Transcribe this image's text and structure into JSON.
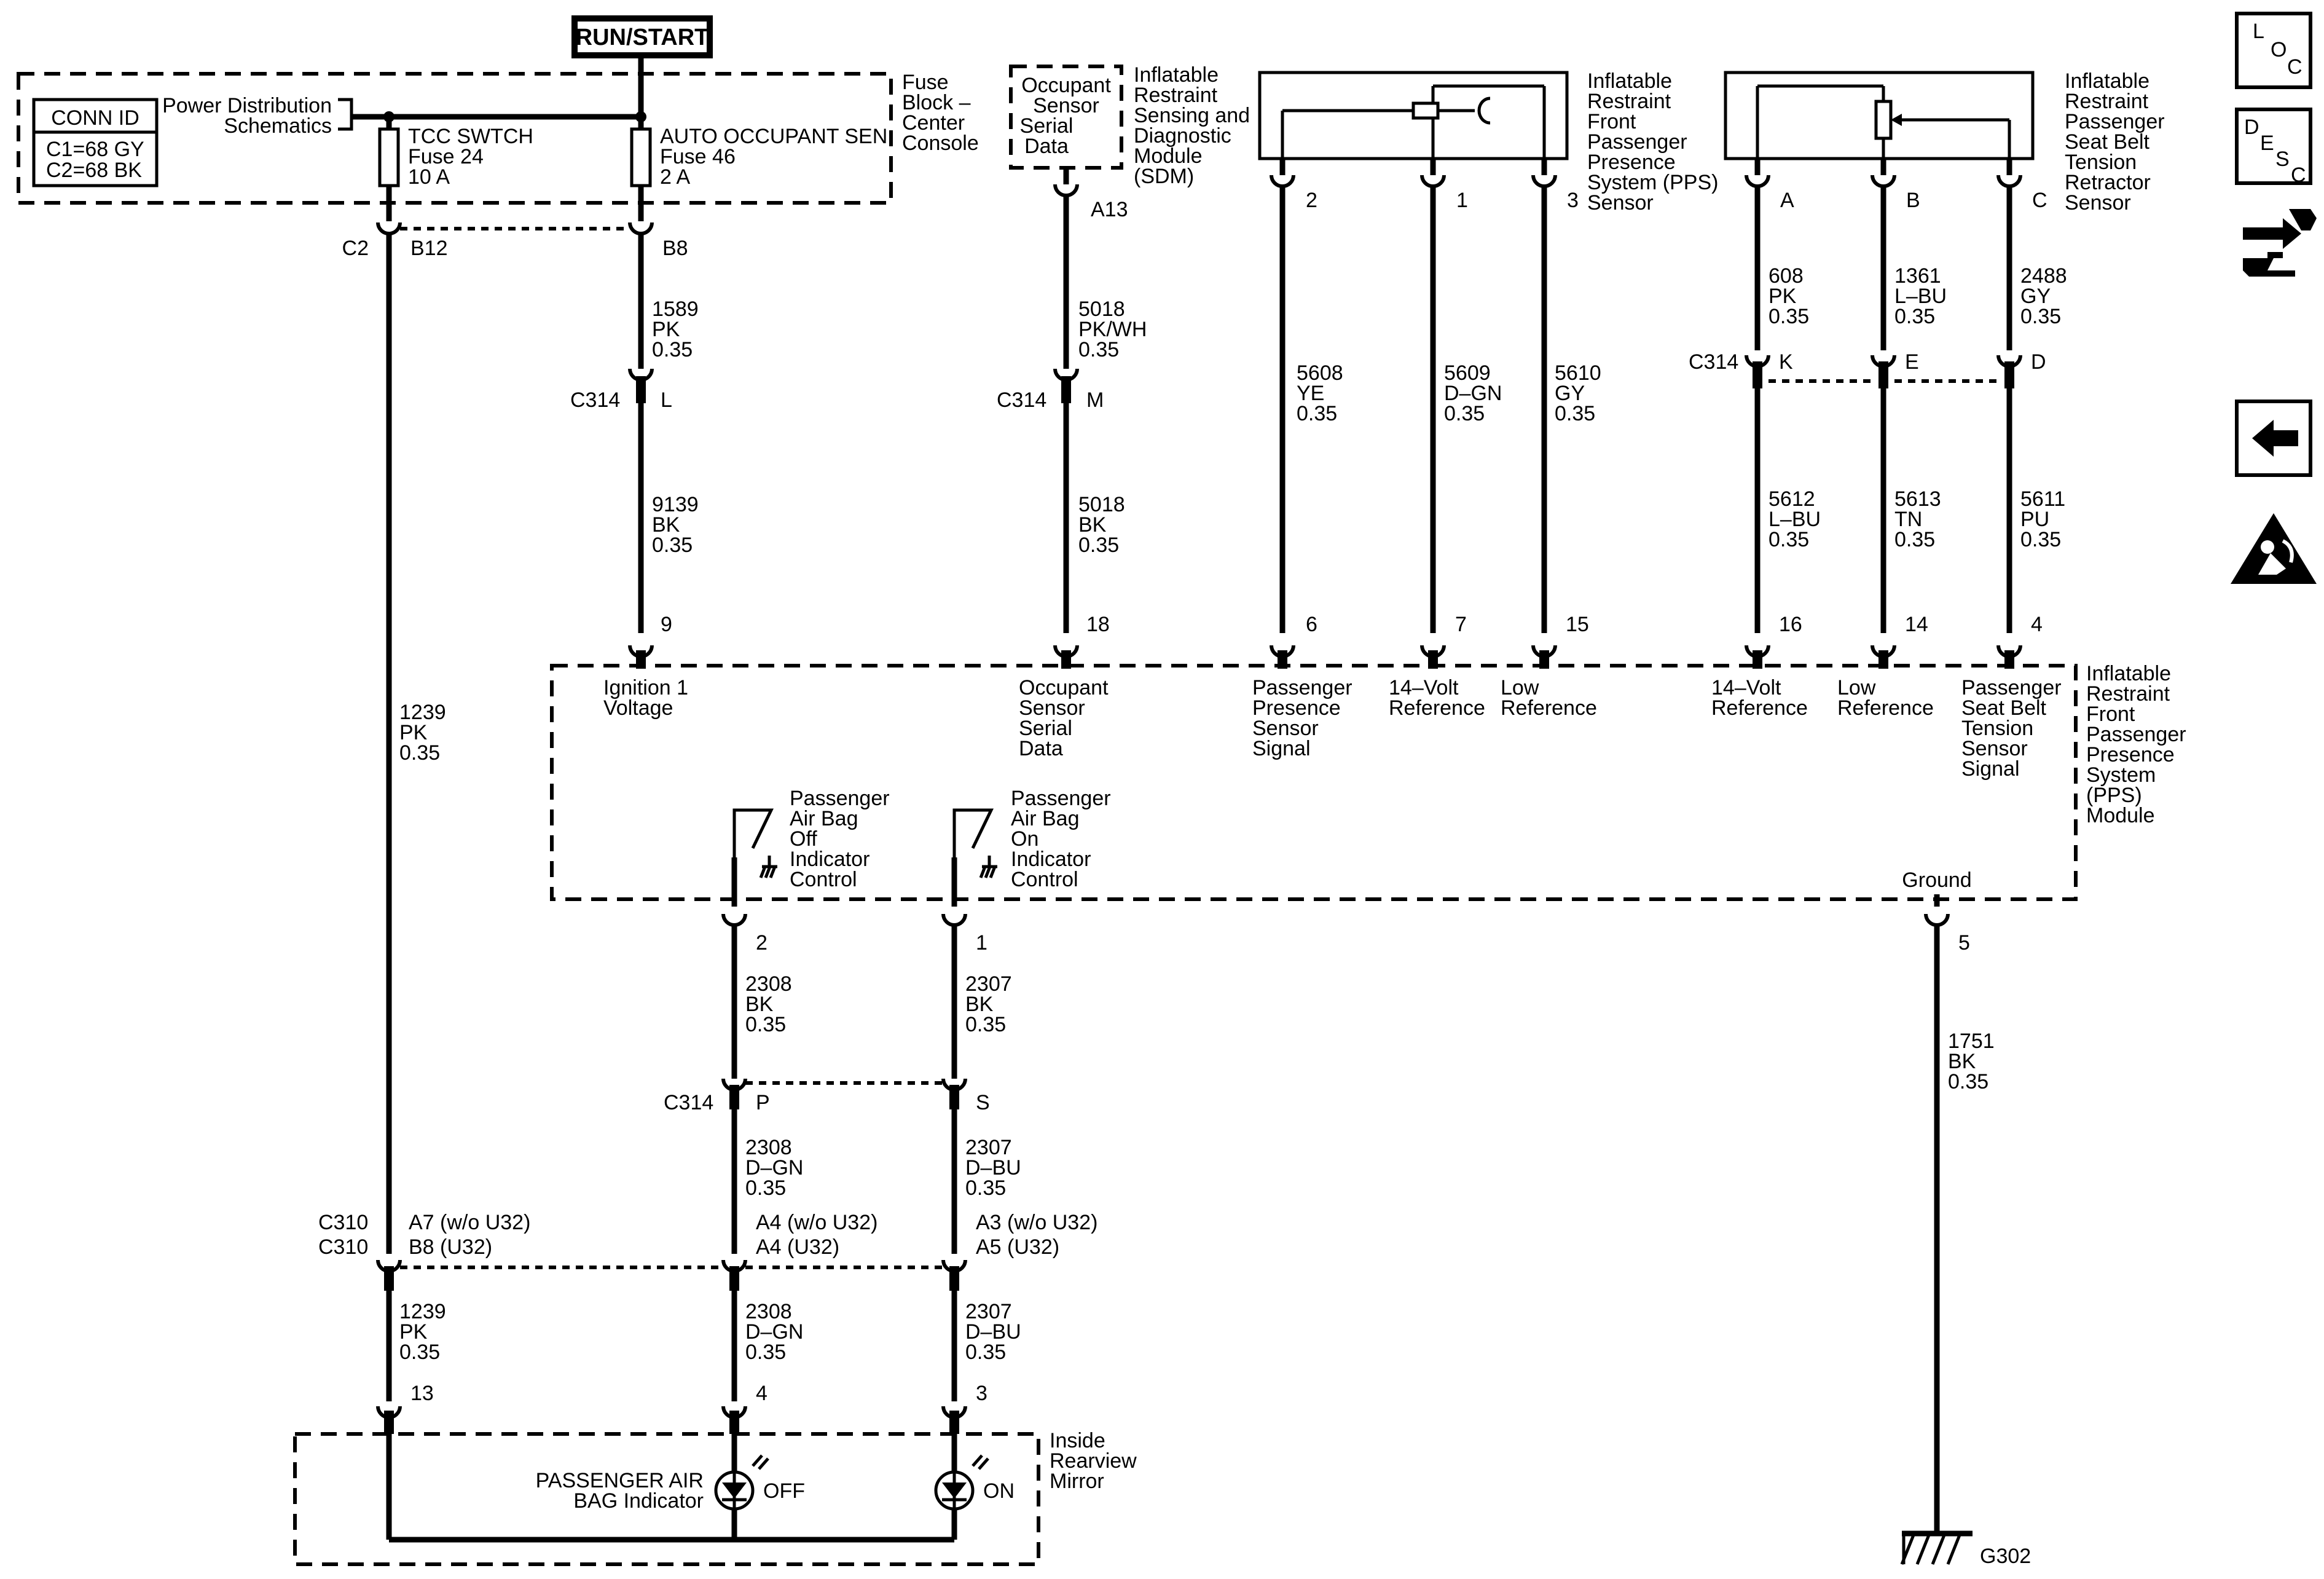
{
  "run_start": "RUN/START",
  "fuse_block": {
    "title": [
      "Fuse",
      "Block –",
      "Center",
      "Console"
    ],
    "conn_id": {
      "header": "CONN ID",
      "rows": [
        "C1=68 GY",
        "C2=68 BK"
      ]
    },
    "power_dist": [
      "Power Distribution",
      "Schematics"
    ],
    "tcc": [
      "TCC SWTCH",
      "Fuse 24",
      "10 A"
    ],
    "aos": [
      "AUTO OCCUPANT SEN",
      "Fuse 46",
      "2 A"
    ],
    "c2": "C2",
    "b12": "B12",
    "b8": "B8"
  },
  "sdm": {
    "box": [
      "Occupant",
      "Sensor",
      "Serial",
      "Data"
    ],
    "title": [
      "Inflatable",
      "Restraint",
      "Sensing and",
      "Diagnostic",
      "Module",
      "(SDM)"
    ],
    "pin": "A13"
  },
  "pps_sensor": {
    "title": [
      "Inflatable",
      "Restraint",
      "Front",
      "Passenger",
      "Presence",
      "System (PPS)",
      "Sensor"
    ],
    "pins": [
      "2",
      "1",
      "3"
    ]
  },
  "sbtr_sensor": {
    "title": [
      "Inflatable",
      "Restraint",
      "Passenger",
      "Seat Belt",
      "Tension",
      "Retractor",
      "Sensor"
    ],
    "pins": [
      "A",
      "B",
      "C"
    ]
  },
  "module": {
    "title": [
      "Inflatable",
      "Restraint",
      "Front",
      "Passenger",
      "Presence",
      "System",
      "(PPS)",
      "Module"
    ],
    "pin_numbers": [
      "9",
      "18",
      "6",
      "7",
      "15",
      "16",
      "14",
      "4"
    ],
    "labels": {
      "ign": [
        "Ignition 1",
        "Voltage"
      ],
      "osd": [
        "Occupant",
        "Sensor",
        "Serial",
        "Data"
      ],
      "pps_sig": [
        "Passenger",
        "Presence",
        "Sensor",
        "Signal"
      ],
      "ref14_a": [
        "14–Volt",
        "Reference"
      ],
      "low_a": [
        "Low",
        "Reference"
      ],
      "ref14_b": [
        "14–Volt",
        "Reference"
      ],
      "low_b": [
        "Low",
        "Reference"
      ],
      "sbt_sig": [
        "Passenger",
        "Seat Belt",
        "Tension",
        "Sensor",
        "Signal"
      ],
      "off_ctrl": [
        "Passenger",
        "Air Bag",
        "Off",
        "Indicator",
        "Control"
      ],
      "on_ctrl": [
        "Passenger",
        "Air Bag",
        "On",
        "Indicator",
        "Control"
      ],
      "ground": "Ground"
    },
    "lower_pins": [
      "2",
      "1",
      "5"
    ]
  },
  "c314": {
    "name": "C314",
    "pins": [
      "L",
      "M",
      "K",
      "E",
      "D",
      "P",
      "S"
    ]
  },
  "c310": {
    "names": [
      "C310",
      "C310"
    ],
    "left": [
      "A7 (w/o U32)",
      "B8 (U32)"
    ],
    "mid": [
      "A4 (w/o U32)",
      "A4 (U32)"
    ],
    "right": [
      "A3 (w/o U32)",
      "A5 (U32)"
    ]
  },
  "wires": {
    "w1589": [
      "1589",
      "PK",
      "0.35"
    ],
    "w9139": [
      "9139",
      "BK",
      "0.35"
    ],
    "w5018a": [
      "5018",
      "PK/WH",
      "0.35"
    ],
    "w5018b": [
      "5018",
      "BK",
      "0.35"
    ],
    "w5608": [
      "5608",
      "YE",
      "0.35"
    ],
    "w5609": [
      "5609",
      "D–GN",
      "0.35"
    ],
    "w5610": [
      "5610",
      "GY",
      "0.35"
    ],
    "w608": [
      "608",
      "PK",
      "0.35"
    ],
    "w1361": [
      "1361",
      "L–BU",
      "0.35"
    ],
    "w2488": [
      "2488",
      "GY",
      "0.35"
    ],
    "w5612": [
      "5612",
      "L–BU",
      "0.35"
    ],
    "w5613": [
      "5613",
      "TN",
      "0.35"
    ],
    "w5611": [
      "5611",
      "PU",
      "0.35"
    ],
    "w1239a": [
      "1239",
      "PK",
      "0.35"
    ],
    "w2308a": [
      "2308",
      "BK",
      "0.35"
    ],
    "w2307a": [
      "2307",
      "BK",
      "0.35"
    ],
    "w2308b": [
      "2308",
      "D–GN",
      "0.35"
    ],
    "w2307b": [
      "2307",
      "D–BU",
      "0.35"
    ],
    "w1239b": [
      "1239",
      "PK",
      "0.35"
    ],
    "w2308c": [
      "2308",
      "D–GN",
      "0.35"
    ],
    "w2307c": [
      "2307",
      "D–BU",
      "0.35"
    ],
    "w1751": [
      "1751",
      "BK",
      "0.35"
    ]
  },
  "mirror": {
    "title": [
      "Inside",
      "Rearview",
      "Mirror"
    ],
    "pins": [
      "13",
      "4",
      "3"
    ],
    "indicator": [
      "PASSENGER AIR",
      "BAG Indicator"
    ],
    "off": "OFF",
    "on": "ON"
  },
  "ground_label": "G302",
  "nav": {
    "loc": [
      "L",
      "O",
      "C"
    ],
    "desc": [
      "D",
      "E",
      "S",
      "C"
    ],
    "icons": [
      "connector-icon",
      "back-arrow-icon",
      "airbag-warning-icon"
    ]
  }
}
